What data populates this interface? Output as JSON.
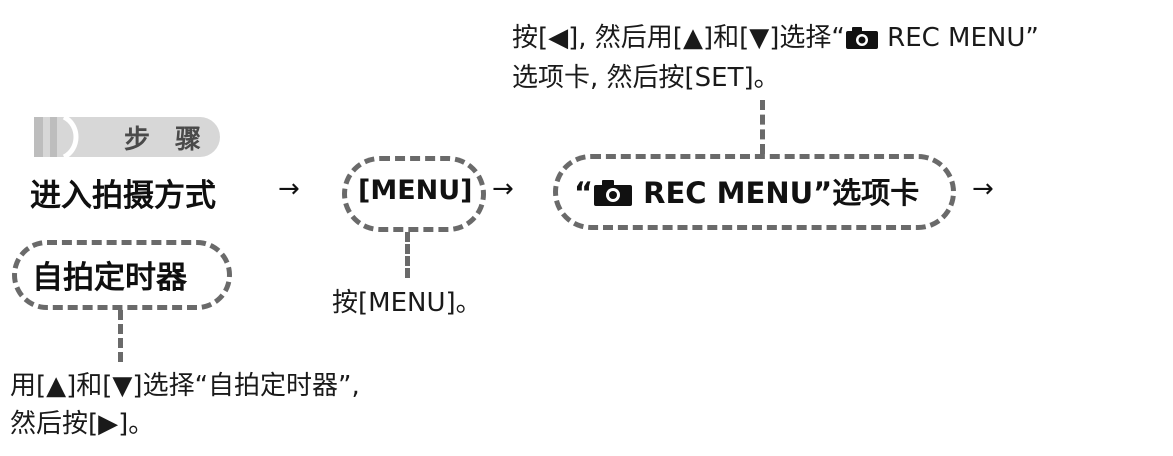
{
  "top_instruction": {
    "line1_prefix": "按[◀], 然后用[▲]和[▼]选择“",
    "line1_suffix": " REC MENU”",
    "line2": "选项卡, 然后按[SET]。"
  },
  "badge": {
    "label": "步 骤"
  },
  "flow": {
    "step1": "进入拍摄方式",
    "arrow": "→",
    "menu_label": "[MENU]",
    "rec_prefix": "“",
    "rec_suffix": " REC MENU”选项卡",
    "menu_instruction": "按[MENU]。",
    "self_timer": "自拍定时器"
  },
  "bottom_instruction": {
    "line1": "用[▲]和[▼]选择“自拍定时器”,",
    "line2": "然后按[▶]。"
  },
  "icons": {
    "camera": "camera-icon"
  },
  "colors": {
    "text": "#111111",
    "dash": "#6a6a6a",
    "badge_fill": "#d7d7d7"
  }
}
